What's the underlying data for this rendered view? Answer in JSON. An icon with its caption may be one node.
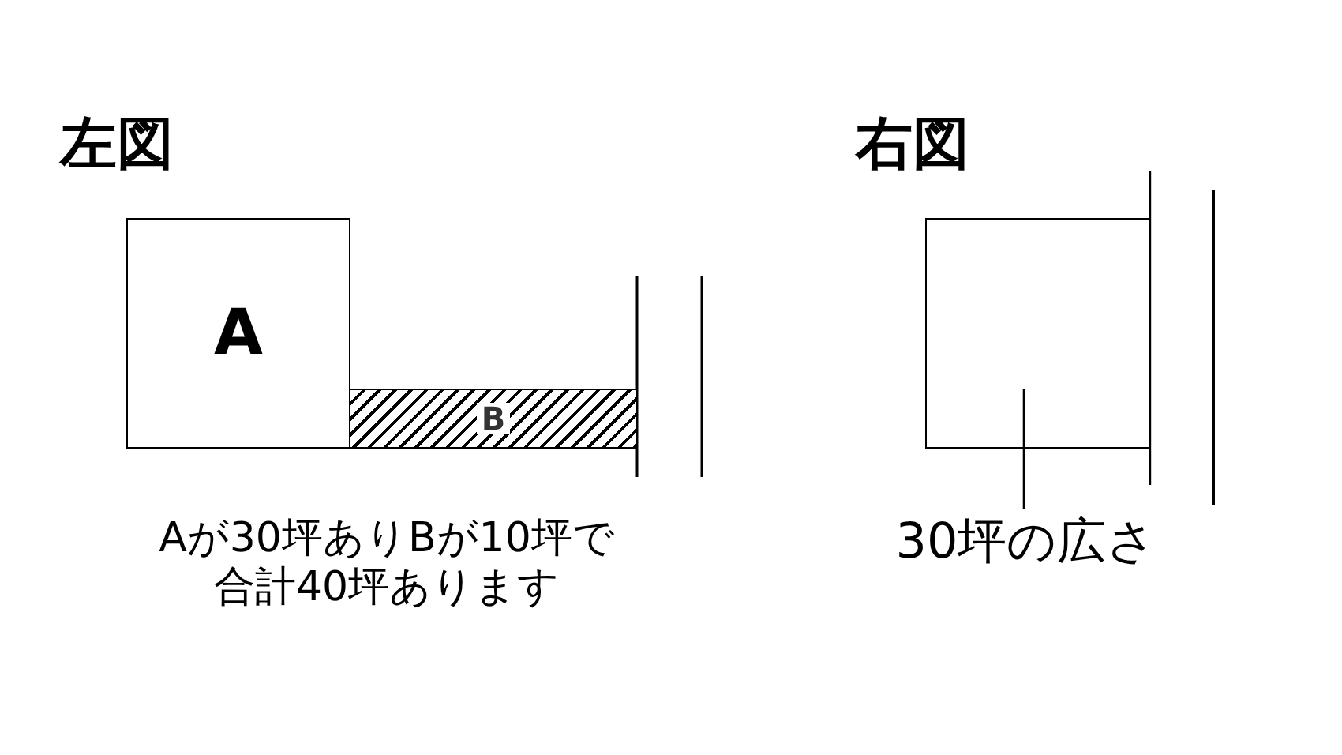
{
  "diagram": {
    "nodes": [
      {
        "text": [
          "A"
        ]
      },
      {
        "text": [
          "B"
        ]
      },
      {
        "text": [],
        "shape": "box"
      },
      {
        "text": [
          "30坪の広さ"
        ]
      }
    ],
    "edges": [
      {
        "from": 3,
        "to": 2,
        "arrow": "none"
      }
    ],
    "labels": [
      "左図",
      "右図",
      "Aが30坪ありBが10坪で合計40坪あります"
    ]
  }
}
